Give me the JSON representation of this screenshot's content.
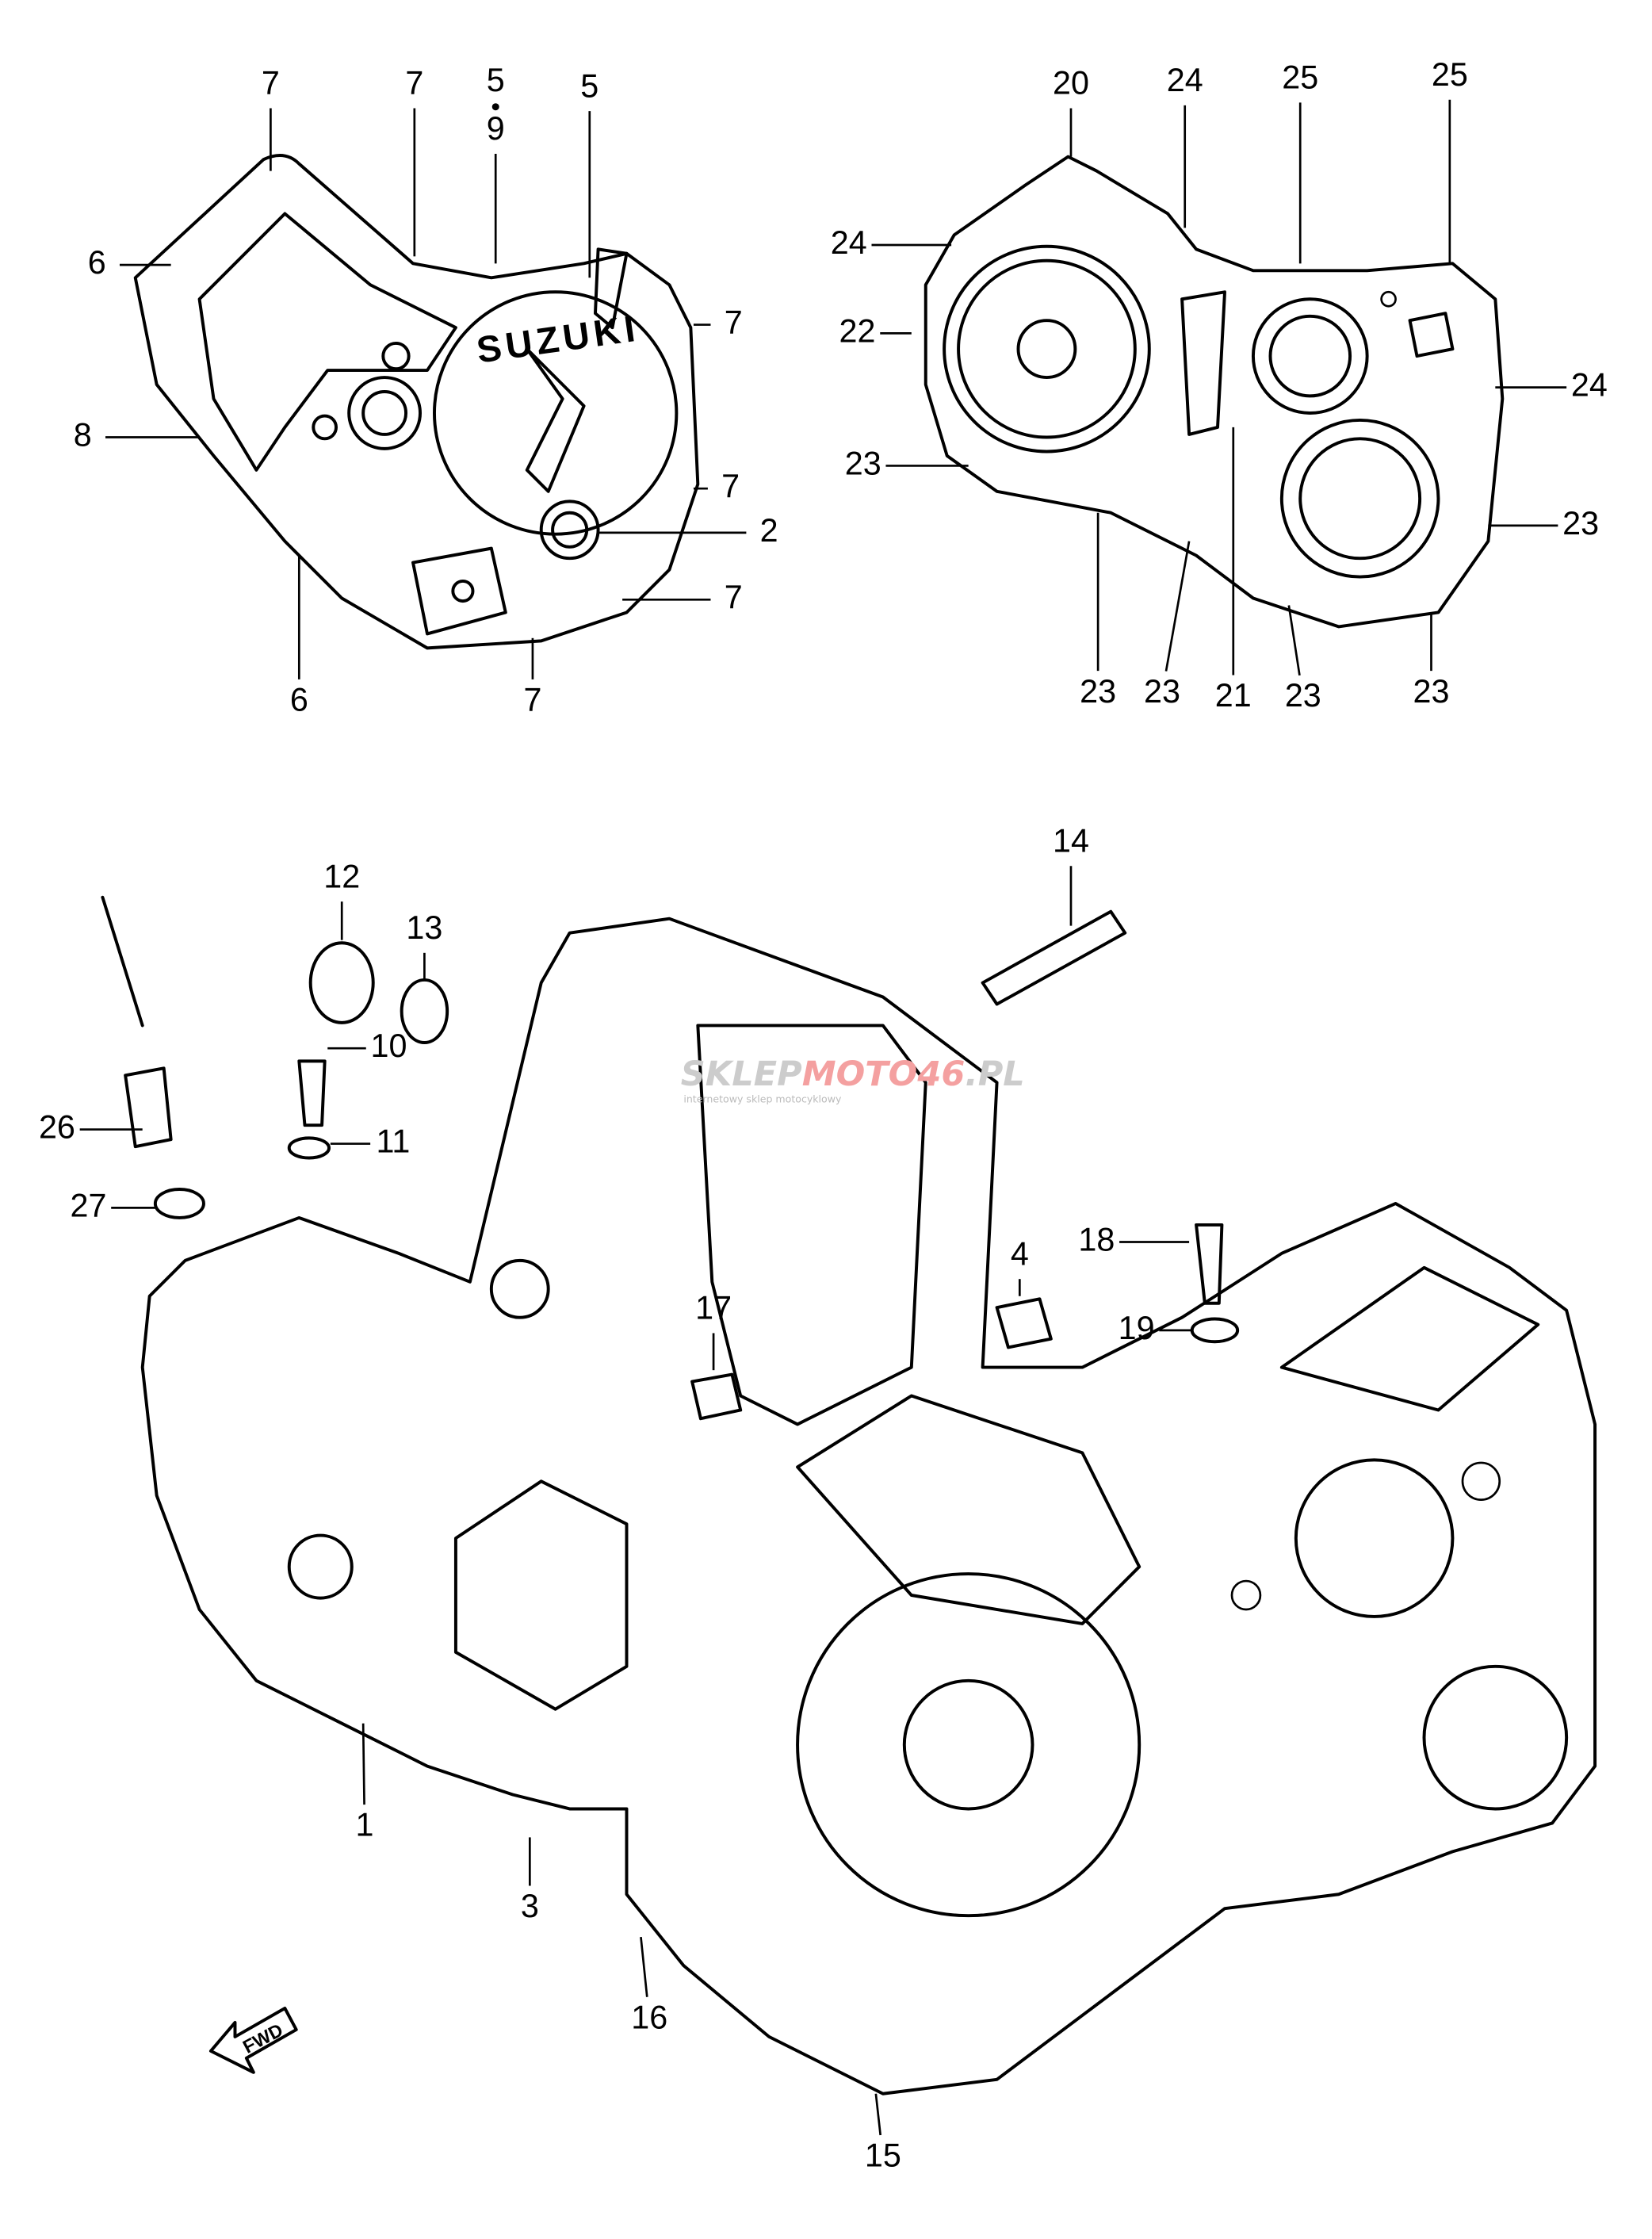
{
  "diagram": {
    "type": "exploded parts diagram",
    "logo_text": "SUZUKI",
    "direction_marker": "FWD",
    "watermark": {
      "prefix": "SKLEP",
      "middle": "MOTO",
      "number": "46",
      "suffix": ".PL",
      "tagline": "internetowy sklep motocyklowy"
    },
    "callouts": [
      "7",
      "7",
      "5",
      "9",
      "5",
      "6",
      "7",
      "8",
      "7",
      "2",
      "7",
      "6",
      "7",
      "20",
      "24",
      "25",
      "25",
      "24",
      "22",
      "24",
      "23",
      "23",
      "23",
      "23",
      "21",
      "23",
      "23",
      "14",
      "12",
      "13",
      "10",
      "26",
      "11",
      "27",
      "18",
      "4",
      "17",
      "19",
      "1",
      "3",
      "16",
      "15"
    ]
  }
}
